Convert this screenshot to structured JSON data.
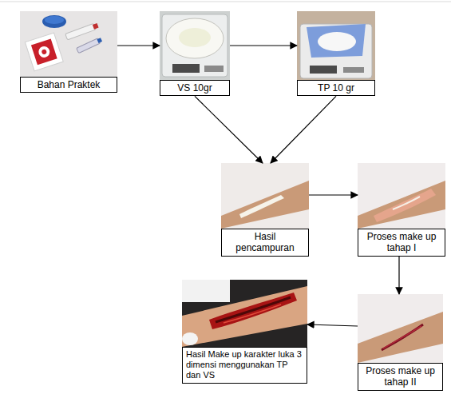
{
  "diagram": {
    "nodes": [
      {
        "text": [
          "Bahan Praktek"
        ]
      },
      {
        "text": [
          "VS 10gr"
        ]
      },
      {
        "text": [
          "TP 10 gr"
        ]
      },
      {
        "text": [
          "Hasil pencampuran"
        ]
      },
      {
        "text": [
          "Proses make up tahap I"
        ]
      },
      {
        "text": [
          "Hasil Make up karakter luka 3 dimensi menggunakan TP dan VS"
        ]
      },
      {
        "text": [
          "Proses make up tahap II"
        ]
      }
    ],
    "edges": [
      {
        "from": 0,
        "to": 1,
        "arrow": "to"
      },
      {
        "from": 1,
        "to": 2,
        "arrow": "to"
      },
      {
        "from": 1,
        "to": 3,
        "arrow": "to"
      },
      {
        "from": 2,
        "to": 3,
        "arrow": "to"
      },
      {
        "from": 3,
        "to": 4,
        "arrow": "to"
      },
      {
        "from": 4,
        "to": 6,
        "arrow": "to"
      },
      {
        "from": 6,
        "to": 5,
        "arrow": "to"
      }
    ]
  }
}
